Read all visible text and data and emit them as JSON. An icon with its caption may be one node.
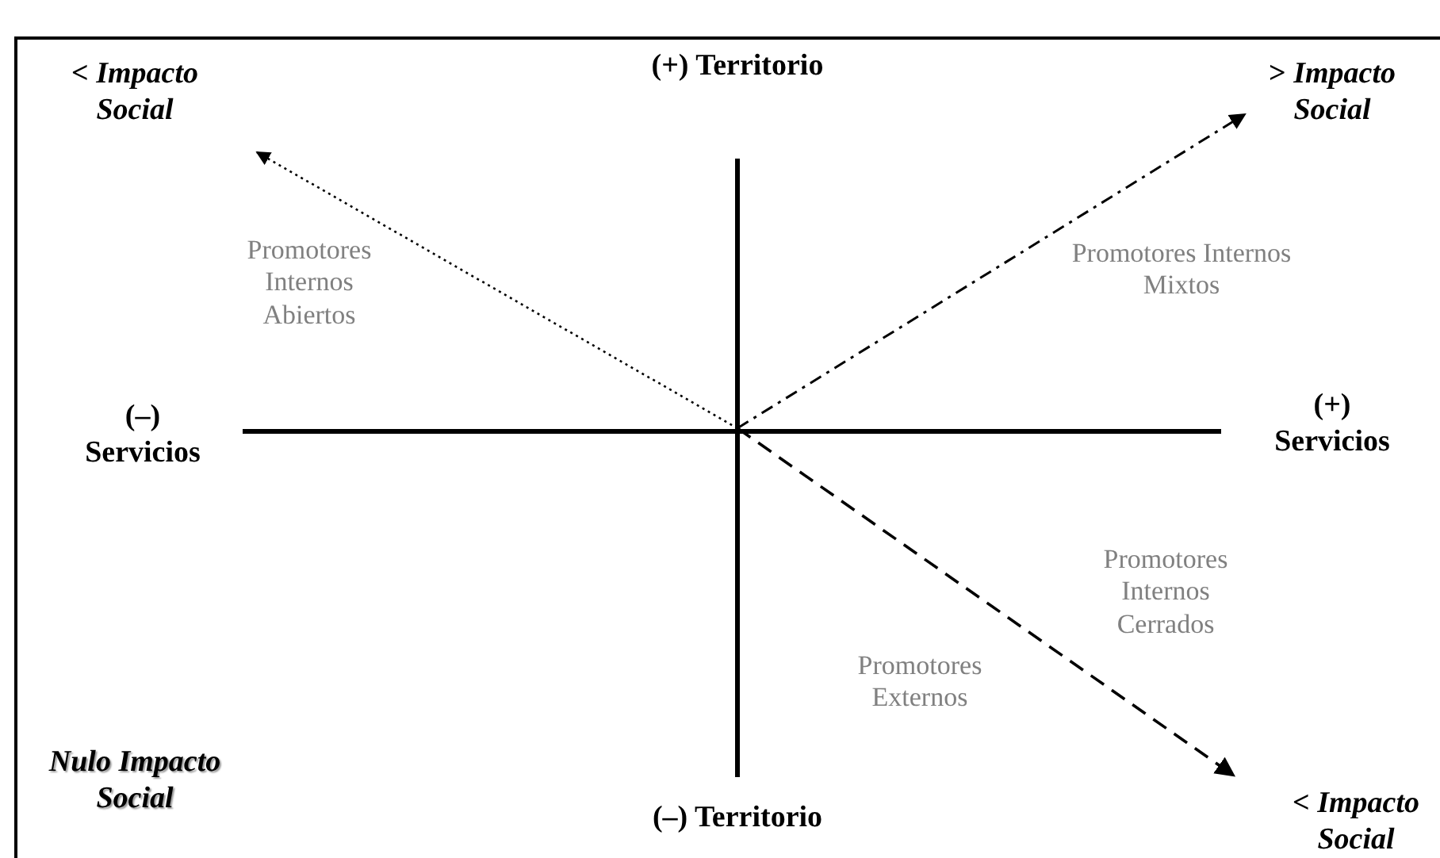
{
  "diagram": {
    "nodes": [
      {
        "text": [
          "< *Impacto Social*"
        ]
      },
      {
        "text": [
          "> *Impacto Social*"
        ]
      },
      {
        "text": [
          "< *Impacto Social*"
        ]
      }
    ],
    "edges": [
      {
        "from": null,
        "to": 0,
        "arrow": "to",
        "style": "dashed"
      },
      {
        "from": null,
        "to": 1,
        "arrow": "to",
        "style": "dashed"
      },
      {
        "from": null,
        "to": 2,
        "arrow": "to",
        "style": "dashed"
      }
    ],
    "labels": [
      "(+) Territorio",
      "Promotores Internos Abiertos",
      "Promotores Internos Mixtos",
      "(–) Servicios",
      "(+) Servicios",
      "Promotores Internos Cerrados",
      "Promotores Externos",
      "Nulo Impacto Social",
      "(–) Territorio"
    ]
  }
}
